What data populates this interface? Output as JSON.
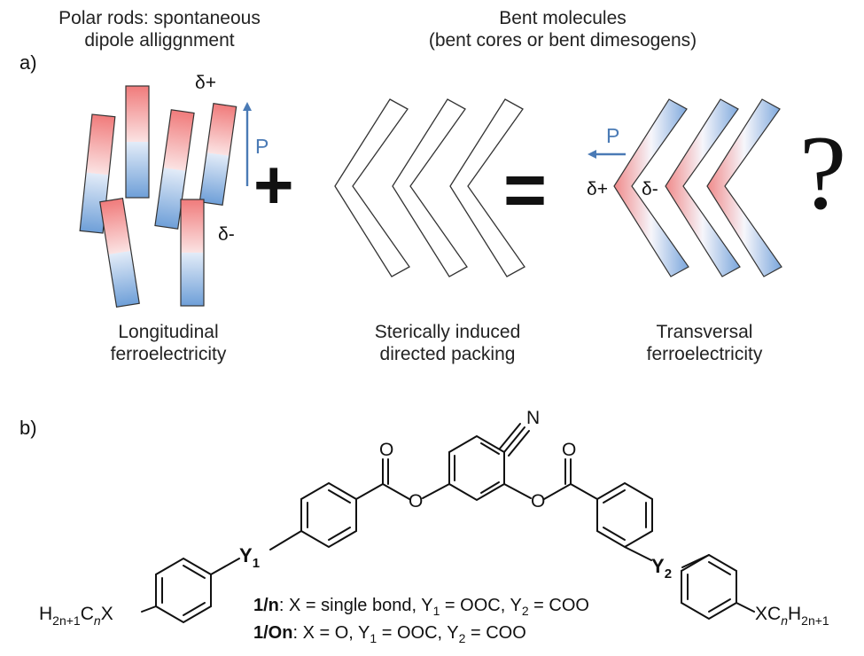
{
  "panel_a": {
    "label": "a)",
    "title_left": [
      "Polar rods: spontaneous",
      "dipole alliggnment"
    ],
    "title_right": [
      "Bent molecules",
      "(bent cores or bent dimesogens)"
    ],
    "delta_plus": "δ+",
    "delta_minus": "δ-",
    "p_label": "P",
    "plus": "+",
    "equals": "=",
    "question": "?",
    "caption_left": [
      "Longitudinal",
      "ferroelectricity"
    ],
    "caption_middle": [
      "Sterically induced",
      "directed packing"
    ],
    "caption_right": [
      "Transversal",
      "ferroelectricity"
    ],
    "colors": {
      "red": "#f08080",
      "blue": "#7aa6dc",
      "arrow": "#4a7ab5"
    }
  },
  "panel_b": {
    "label": "b)",
    "atoms": {
      "N": "N",
      "O": "O",
      "Y1": "Y",
      "Y1_sub": "1",
      "Y2": "Y",
      "Y2_sub": "2",
      "left_chain": {
        "H": "H",
        "sub1": "2n+1",
        "C": "C",
        "sub2": "n",
        "X": "X"
      },
      "right_chain": {
        "X": "X",
        "C": "C",
        "sub1": "n",
        "H": "H",
        "sub2": "2n+1"
      }
    },
    "line1": {
      "compound": "1/n",
      "text": ": X = single bond, Y",
      "s1": "1",
      "t2": " = OOC, Y",
      "s2": "2",
      "t3": " = COO"
    },
    "line2": {
      "compound": "1/On",
      "text": ": X = O, Y",
      "s1": "1",
      "t2": " = OOC, Y",
      "s2": "2",
      "t3": " = COO"
    }
  }
}
